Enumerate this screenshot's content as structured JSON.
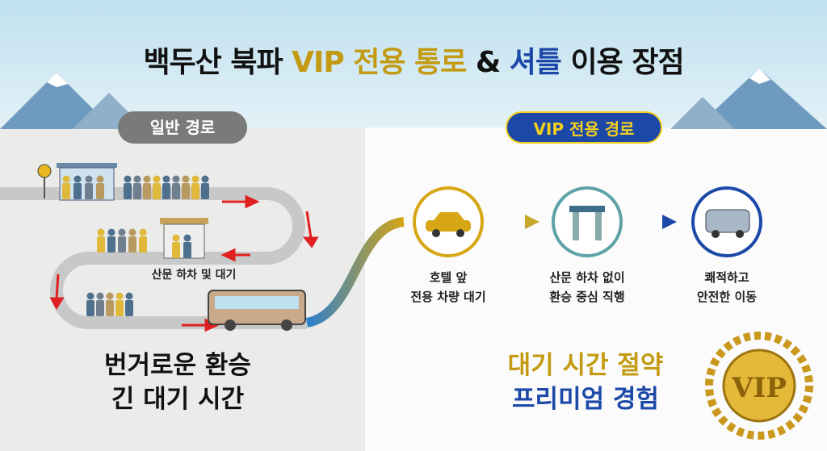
{
  "title": {
    "part1": "백두산 북파 ",
    "part2": "VIP 전용 통로",
    "part3": " & ",
    "part4": "셔틀",
    "part5": " 이용 장점"
  },
  "left": {
    "badge": "일반 경로",
    "stop_caption": "산문 하차 및 대기",
    "summary_line1": "번거로운 환승",
    "summary_line2": "긴 대기 시간"
  },
  "right": {
    "badge": "VIP 전용 경로",
    "steps": [
      {
        "line1": "호텔 앞",
        "line2": "전용 차량 대기",
        "icon": "car-icon"
      },
      {
        "line1": "산문 하차 없이",
        "line2": "환승 중심 직행",
        "icon": "gate-icon"
      },
      {
        "line1": "쾌적하고",
        "line2": "안전한 이동",
        "icon": "van-icon"
      }
    ],
    "summary_line1": "대기 시간 절약",
    "summary_line2": "프리미엄 경험",
    "medal_text": "VIP"
  },
  "colors": {
    "gold": "#c39a12",
    "blue": "#1c49a8",
    "gray": "#7a7a7a",
    "red": "#e02020"
  }
}
